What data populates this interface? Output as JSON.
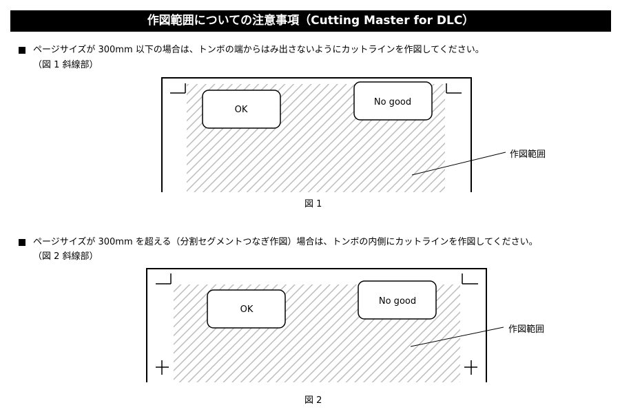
{
  "header": {
    "title": "作図範囲についての注意事項（Cutting Master for DLC）"
  },
  "section1": {
    "text": "ページサイズが 300mm 以下の場合は、トンボの端からはみ出さないようにカットラインを作図してください。",
    "note": "（図 1 斜線部）",
    "figure": {
      "ok_label": "OK",
      "nogood_label": "No good",
      "area_label": "作図範囲",
      "caption": "図 1"
    }
  },
  "section2": {
    "text": "ページサイズが 300mm を超える（分割セグメントつなぎ作図）場合は、トンボの内側にカットラインを作図してください。",
    "note": "（図 2 斜線部）",
    "figure": {
      "ok_label": "OK",
      "nogood_label": "No good",
      "area_label": "作図範囲",
      "caption": "図 2"
    }
  }
}
